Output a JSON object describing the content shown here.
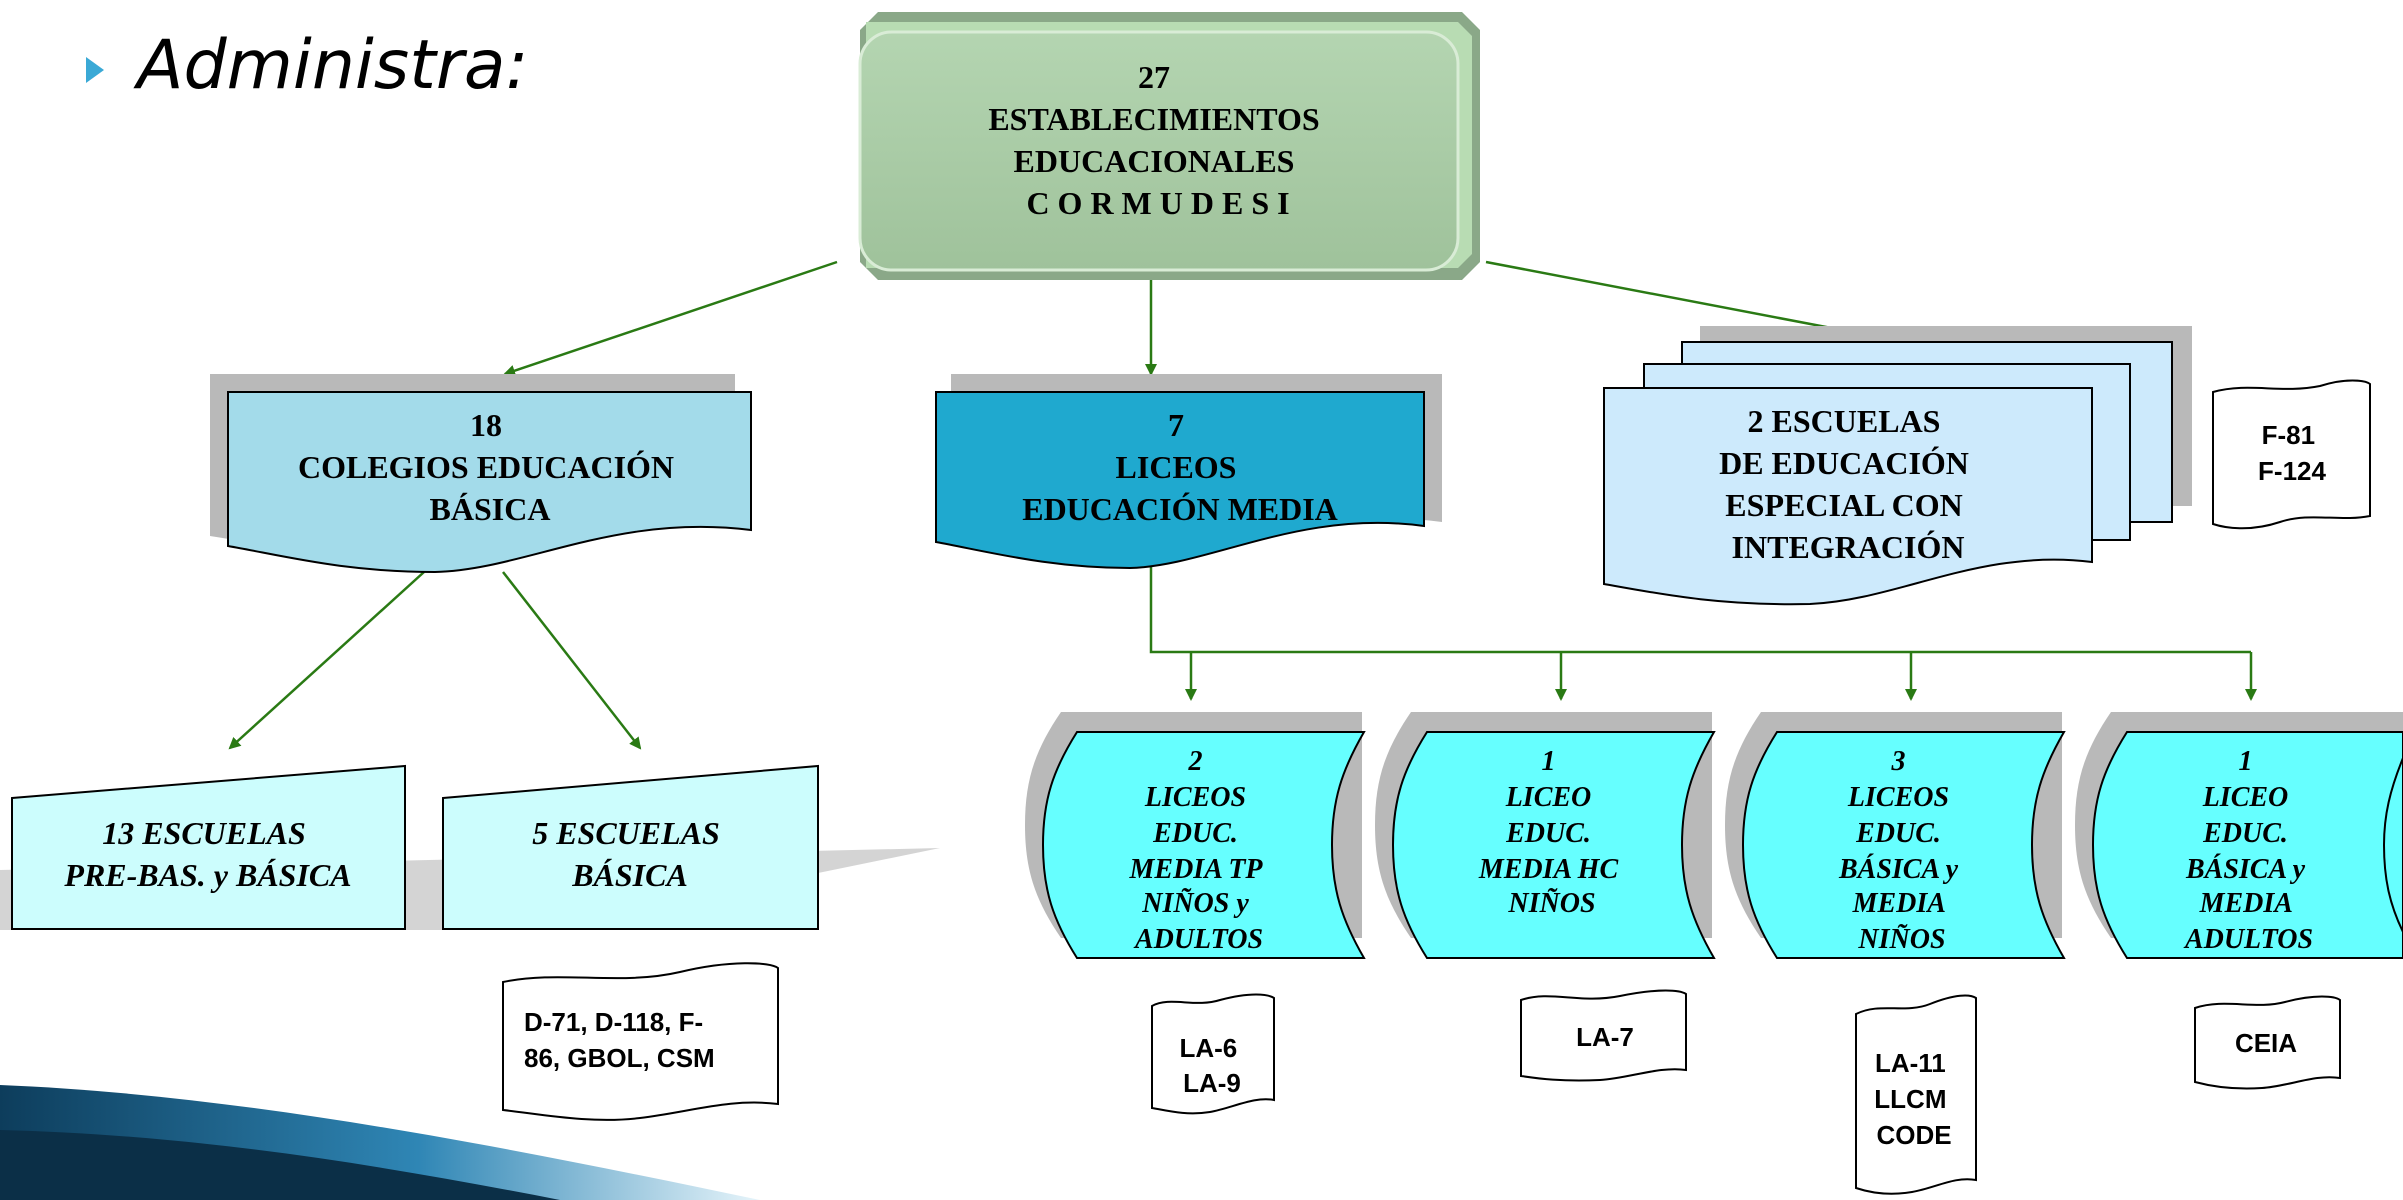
{
  "slide": {
    "bullet_icon": "triangle-right",
    "title": "Administra:",
    "accent_color": "#3aa9d6"
  },
  "root": {
    "lines": [
      "27",
      "ESTABLECIMIENTOS",
      "EDUCACIONALES",
      "C O R M U D E S I"
    ],
    "color": "#a9cba6"
  },
  "level1": [
    {
      "lines": [
        "18",
        "COLEGIOS EDUCACIÓN",
        "BÁSICA"
      ],
      "color": "#a3dbea"
    },
    {
      "lines": [
        "7",
        "LICEOS",
        "EDUCACIÓN MEDIA"
      ],
      "color": "#1fa9cf"
    },
    {
      "lines": [
        "2 ESCUELAS",
        "DE EDUCACIÓN",
        "ESPECIAL CON",
        "INTEGRACIÓN"
      ],
      "color": "#cdeafc"
    }
  ],
  "basica_children": [
    {
      "lines": [
        "13 ESCUELAS",
        "PRE-BAS. y BÁSICA"
      ],
      "color": "#ccfdfd"
    },
    {
      "lines": [
        "5 ESCUELAS",
        "BÁSICA"
      ],
      "color": "#ccfdfd"
    }
  ],
  "media_children": [
    {
      "lines": [
        "2",
        "LICEOS",
        "EDUC.",
        "MEDIA TP",
        "NIÑOS y",
        "ADULTOS"
      ],
      "tag": [
        "LA-6",
        "LA-9"
      ]
    },
    {
      "lines": [
        "1",
        "LICEO",
        "EDUC.",
        "MEDIA HC",
        "NIÑOS"
      ],
      "tag": [
        "LA-7"
      ]
    },
    {
      "lines": [
        "3",
        "LICEOS",
        "EDUC.",
        "BÁSICA y",
        "MEDIA",
        "NIÑOS"
      ],
      "tag": [
        "LA-11",
        "LLCM",
        "CODE"
      ]
    },
    {
      "lines": [
        "1",
        "LICEO",
        "EDUC.",
        "BÁSICA y",
        "MEDIA",
        "ADULTOS"
      ],
      "tag": [
        "CEIA"
      ]
    }
  ],
  "tags": {
    "especial": [
      "F-81",
      "F-124"
    ],
    "basica": [
      "D-71, D-118, F-",
      "86, GBOL, CSM"
    ]
  },
  "colors": {
    "arrow": "#2a7a14",
    "drum": "#66ffff",
    "shadow": "#b9b9b9"
  }
}
